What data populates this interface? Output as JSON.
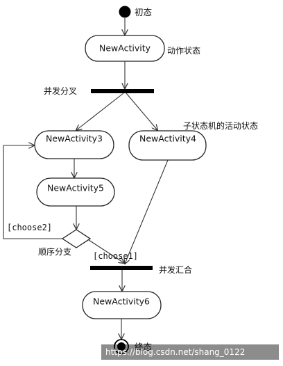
{
  "diagram": {
    "initial_label": "初态",
    "final_label": "终态",
    "fork_label": "并发分叉",
    "join_label": "并发汇合",
    "decision_label": "顺序分支",
    "activity_state_note": "动作状态",
    "substate_note": "子状态机的活动状态",
    "activities": [
      {
        "id": "a1",
        "label": "NewActivity"
      },
      {
        "id": "a3",
        "label": "NewActivity3"
      },
      {
        "id": "a4",
        "label": "NewActivity4"
      },
      {
        "id": "a5",
        "label": "NewActivity5"
      },
      {
        "id": "a6",
        "label": "NewActivity6"
      }
    ],
    "guards": {
      "choose2": "[choose2]",
      "choose1": "[choose1]"
    }
  },
  "watermark": "https://blog.csdn.net/shang_0122"
}
